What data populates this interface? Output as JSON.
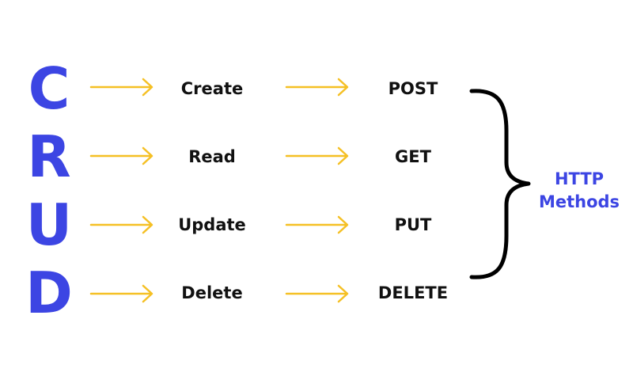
{
  "rows": [
    {
      "letter": "C",
      "operation": "Create",
      "method": "POST"
    },
    {
      "letter": "R",
      "operation": "Read",
      "method": "GET"
    },
    {
      "letter": "U",
      "operation": "Update",
      "method": "PUT"
    },
    {
      "letter": "D",
      "operation": "Delete",
      "method": "DELETE"
    }
  ],
  "group": {
    "label_line1": "HTTP",
    "label_line2": "Methods"
  },
  "colors": {
    "letters": "#3c45e3",
    "arrows": "#f5c024",
    "text": "#111111",
    "group_label": "#3c45e3",
    "brace": "#000000"
  },
  "icons": {
    "arrow": "arrow-right-icon",
    "brace": "right-curly-brace-icon"
  }
}
